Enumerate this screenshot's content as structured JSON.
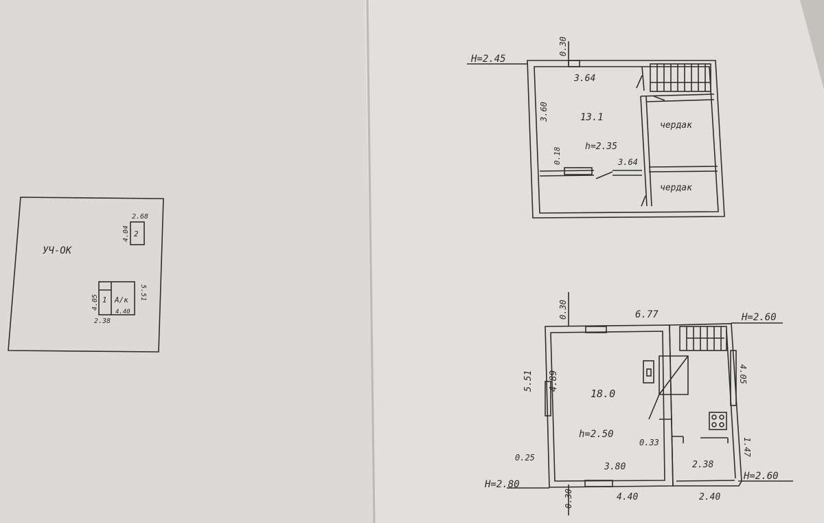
{
  "site_plan": {
    "label": "УЧ-ОК",
    "shed": {
      "number": "2",
      "width": "2.68",
      "length": "4.04"
    },
    "house": {
      "number": "1",
      "annex": "А/к",
      "dim_left": "4.05",
      "dim_bottom": "2.38",
      "dim_inner": "4.40",
      "dim_right": "5.51"
    }
  },
  "attic_floor": {
    "level": "H=2.45",
    "wall_offset": "0.30",
    "width": "3.64",
    "height": "3.60",
    "room_area": "13.1",
    "ceiling_height": "h=2.35",
    "offset_small": "0.18",
    "width_lower": "3.64",
    "attic_1": "чердак",
    "attic_2": "чердак"
  },
  "ground_floor": {
    "wall_offset_top": "0.30",
    "overall_width": "6.77",
    "level_right_top": "H=2.60",
    "overall_height": "5.51",
    "room_height": "4.89",
    "room_area": "18.0",
    "ceiling_height": "h=2.50",
    "right_height": "4.05",
    "partition": "0.33",
    "small_depth": "1.47",
    "inner_width": "3.80",
    "annex_width": "2.38",
    "wall_offset_left": "0.25",
    "level_left": "H=2.80",
    "wall_offset_bottom": "0.30",
    "bottom_width": "4.40",
    "annex_bottom": "2.40",
    "level_right_bottom": "H=2.60"
  }
}
